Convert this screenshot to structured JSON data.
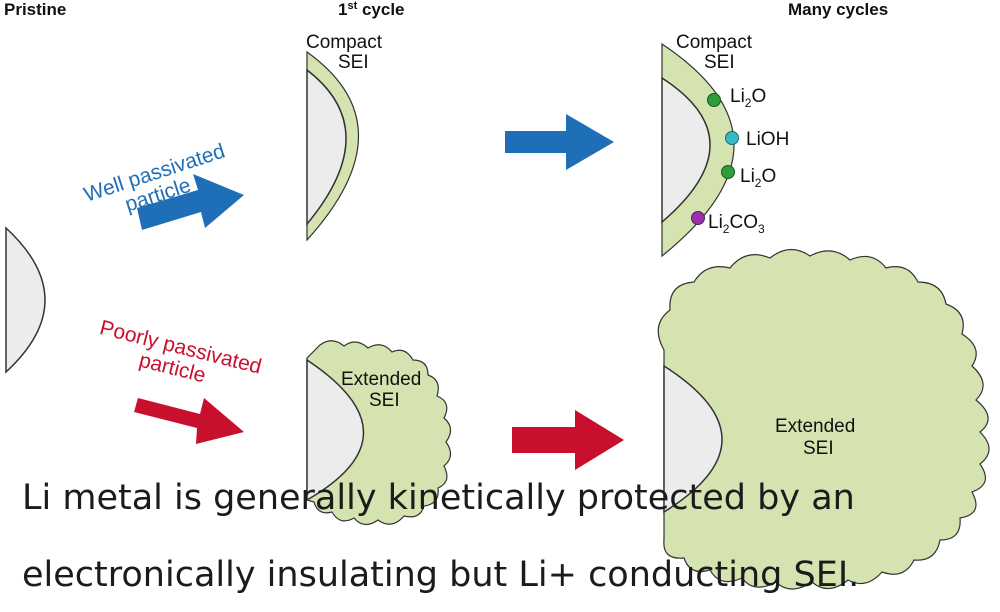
{
  "headers": {
    "pristine": "Pristine",
    "first_cycle_num": "1",
    "first_cycle_sup": "st",
    "first_cycle_word": " cycle",
    "many_cycles": "Many cycles"
  },
  "branches": {
    "well": {
      "line1": "Well passivated",
      "line2": "particle",
      "color": "#1f6fb8"
    },
    "poor": {
      "line1": "Poorly passivated",
      "line2": "particle",
      "color": "#c8102e"
    }
  },
  "sei": {
    "compact_line1": "Compact",
    "compact_line2": "SEI",
    "extended_line1": "Extended",
    "extended_line2": "SEI",
    "sei_color": "#d5e3b0",
    "metal_color": "#ececec"
  },
  "species": [
    {
      "base": "Li",
      "sub": "2",
      "tail": "O",
      "color": "#2e9e3a"
    },
    {
      "base": "LiOH",
      "sub": "",
      "tail": "",
      "color": "#39b8c6"
    },
    {
      "base": "Li",
      "sub": "2",
      "tail": "O",
      "color": "#2e9e3a"
    },
    {
      "base": "Li",
      "sub": "2",
      "tail": "CO",
      "sub2": "3",
      "color": "#9b2fae"
    }
  ],
  "caption": {
    "line1": "Li metal is generally kinetically protected by an",
    "line2": "electronically insulating but Li+ conducting SEI."
  }
}
